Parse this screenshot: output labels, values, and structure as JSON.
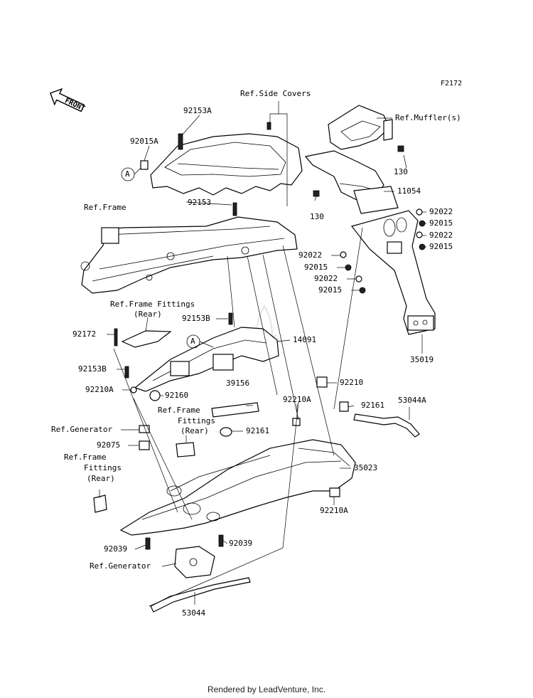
{
  "figure_code": "F2172",
  "front_label": "FRONT",
  "circle_marker": "A",
  "footer": "Rendered by LeadVenture, Inc.",
  "watermark": "LEADVENTURE",
  "labels": {
    "ref_side_covers": "Ref.Side Covers",
    "p92153A": "92153A",
    "p92015A": "92015A",
    "ref_muffler": "Ref.Muffler(s)",
    "p130_top": "130",
    "p11054": "11054",
    "p130_mid": "130",
    "ref_frame": "Ref.Frame",
    "p92153": "92153",
    "p92022_a": "92022",
    "p92015_a": "92015",
    "p92022_b": "92022",
    "p92015_b": "92015",
    "p92022_c": "92022",
    "p92015_c": "92015",
    "p92022_d": "92022",
    "p92015_d": "92015",
    "ref_frame_fittings_rear_1a": "Ref.Frame Fittings",
    "ref_frame_fittings_rear_1b": "(Rear)",
    "p92153B_a": "92153B",
    "p92172": "92172",
    "p14091": "14091",
    "p35019": "35019",
    "p92153B_b": "92153B",
    "p92210A_a": "92210A",
    "p92160": "92160",
    "p39156": "39156",
    "p92210": "92210",
    "ref_frame_fittings_rear_2a": "Ref.Frame",
    "ref_frame_fittings_rear_2b": "Fittings",
    "ref_frame_fittings_rear_2c": "(Rear)",
    "p92210A_b": "92210A",
    "p92161_a": "92161",
    "p53044A": "53044A",
    "ref_generator_1": "Ref.Generator",
    "p92161_b": "92161",
    "p92075": "92075",
    "ref_frame_fittings_rear_3a": "Ref.Frame",
    "ref_frame_fittings_rear_3b": "Fittings",
    "ref_frame_fittings_rear_3c": "(Rear)",
    "p35023": "35023",
    "p92210A_c": "92210A",
    "p92039_a": "92039",
    "p92039_b": "92039",
    "ref_generator_2": "Ref.Generator",
    "p53044": "53044"
  }
}
